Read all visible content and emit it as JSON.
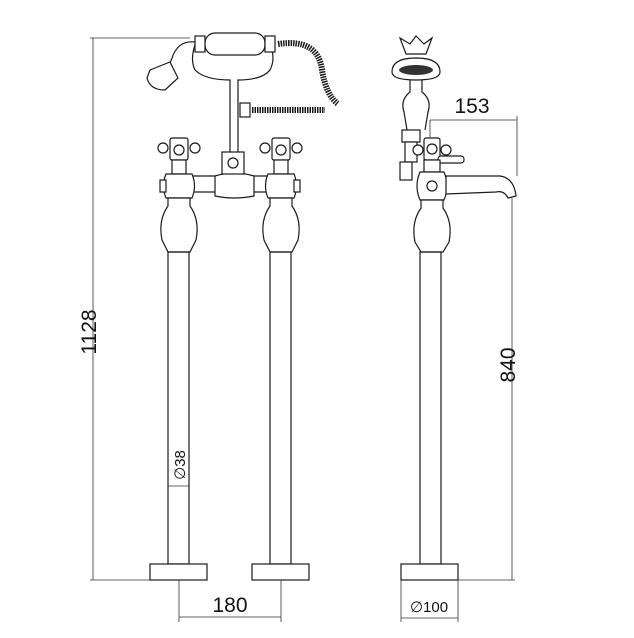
{
  "drawing": {
    "dimensions": {
      "overall_height": "1128",
      "pipe_spacing": "180",
      "spout_reach": "153",
      "spout_height": "840",
      "pipe_diameter": "∅38",
      "base_diameter": "∅100"
    }
  }
}
